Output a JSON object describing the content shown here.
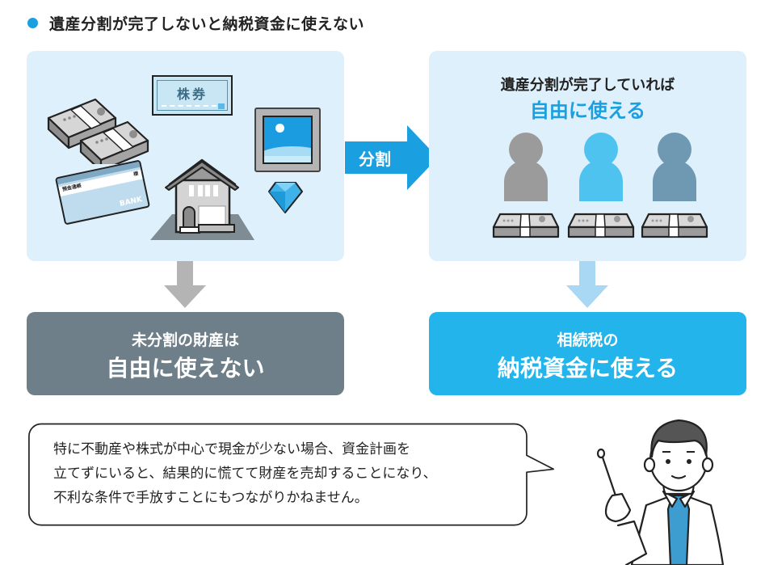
{
  "heading": {
    "bullet_icon": "circle-bullet",
    "title": "遺産分割が完了しないと納税資金に使えない"
  },
  "left_panel": {
    "items": [
      {
        "name": "cash-bundle",
        "label": ""
      },
      {
        "name": "stock-certificate",
        "label": "株券"
      },
      {
        "name": "bank-passbook",
        "label_top": "預金通帳",
        "label_suffix": "様",
        "label_bottom": "BANK"
      },
      {
        "name": "house",
        "label": ""
      },
      {
        "name": "painting",
        "label": ""
      },
      {
        "name": "diamond",
        "label": ""
      }
    ]
  },
  "split_arrow": {
    "label": "分割"
  },
  "right_panel": {
    "title": "遺産分割が完了していれば",
    "subtitle": "自由に使える",
    "heirs": [
      {
        "name": "heir-1",
        "color": "#9b9b9b"
      },
      {
        "name": "heir-2",
        "color": "#4fc3ef"
      },
      {
        "name": "heir-3",
        "color": "#6f99b3"
      }
    ]
  },
  "result_left": {
    "line1": "未分割の財産は",
    "line2": "自由に使えない"
  },
  "result_right": {
    "line1": "相続税の",
    "line2": "納税資金に使える"
  },
  "speech": {
    "lines": [
      "特に不動産や株式が中心で現金が少ない場合、資金計画を",
      "立てずにいると、結果的に慌てて財産を売却することになり、",
      "不利な条件で手放すことにもつながりかねません。"
    ]
  },
  "colors": {
    "accent": "#1a9fe0",
    "panel_bg": "#def0fb",
    "result_left_bg": "#6f7f89",
    "result_right_bg": "#22b4ea",
    "arrow_gray": "#b4b4b4",
    "arrow_lightblue": "#a9d8f5"
  }
}
